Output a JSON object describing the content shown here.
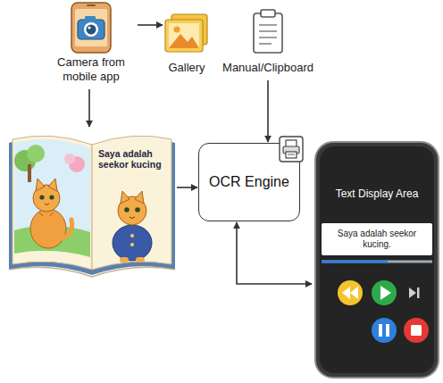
{
  "diagram": {
    "nodes": [
      {
        "text": [
          "Camera from mobile app"
        ]
      },
      {
        "text": [
          "Gallery"
        ]
      },
      {
        "text": [
          "Manual/Clipboard"
        ]
      },
      {
        "text": [
          "Saya adalah seekor kucing"
        ]
      },
      {
        "text": [
          "OCR Engine"
        ]
      },
      {
        "text": [
          "Text Display Area"
        ]
      },
      {
        "text": [
          "Saya adalah seekor kucing."
        ],
        "in": 5
      }
    ],
    "edges": [
      {
        "from": 0,
        "to": 1,
        "arrow": "to"
      },
      {
        "from": 0,
        "to": 3,
        "arrow": "to"
      },
      {
        "from": 2,
        "to": 4,
        "arrow": "to"
      },
      {
        "from": 3,
        "to": 4,
        "arrow": "to"
      },
      {
        "from": 4,
        "to": 5,
        "arrow": "both"
      }
    ]
  }
}
